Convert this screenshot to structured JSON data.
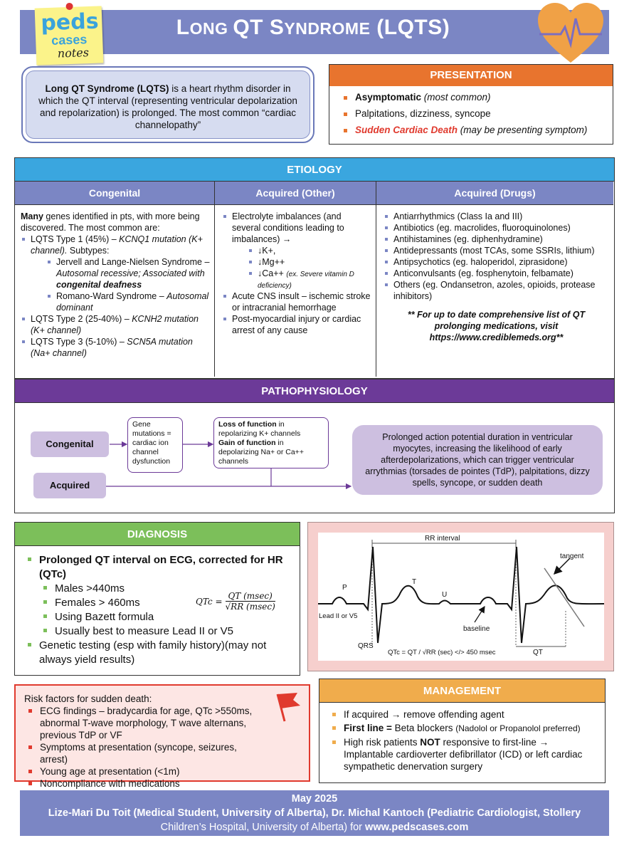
{
  "header": {
    "title_first": "L",
    "title_rest": "ONG ",
    "title_q": "QT",
    "title_s": "S",
    "title_syn": "YNDROME",
    "title_abbr": " (LQTS)",
    "logo": {
      "line1": "peds",
      "line2": "cases",
      "line3": "notes"
    }
  },
  "definition": {
    "bold": "Long QT Syndrome (LQTS)",
    "text": " is a heart rhythm disorder in which the QT interval (representing ventricular depolarization and repolarization) is prolonged. The most common “cardiac channelopathy”"
  },
  "presentation": {
    "heading": "PRESENTATION",
    "items": [
      {
        "bold": "Asymptomatic",
        "italic": " (most common)"
      },
      {
        "text": "Palpitations, dizziness, syncope"
      },
      {
        "bold_red": "Sudden Cardiac Death",
        "italic": " (may be presenting symptom)"
      }
    ]
  },
  "etiology": {
    "heading": "ETIOLOGY",
    "congenital": {
      "heading": "Congenital",
      "intro_bold": "Many",
      "intro": " genes identified in pts, with more being discovered. The most common are:",
      "t1": "LQTS Type 1 (45%) – ",
      "t1_i": "KCNQ1 mutation (K+ channel).",
      "t1_tail": " Subtypes:",
      "s1": "Jervell and Lange-Nielsen Syndrome – ",
      "s1_i": "Autosomal recessive; Associated with ",
      "s1_b": "congenital deafness",
      "s2": "Romano-Ward Syndrome – ",
      "s2_i": "Autosomal dominant",
      "t2": "LQTS Type 2 (25-40%) – ",
      "t2_i": "KCNH2 mutation (K+ channel)",
      "t3": "LQTS Type 3 (5-10%) – ",
      "t3_i": "SCN5A mutation (Na+ channel)"
    },
    "acquired_other": {
      "heading": "Acquired (Other)",
      "e1": "Electrolyte imbalances (and several conditions leading to imbalances) →",
      "k": "↓K+,",
      "mg": "↓Mg++",
      "ca": "↓Ca++ ",
      "ca_note": "(ex. Severe vitamin D deficiency)",
      "e2": "Acute CNS insult – ischemic stroke or intracranial hemorrhage",
      "e3": "Post-myocardial injury or cardiac arrest of any cause"
    },
    "acquired_drugs": {
      "heading": "Acquired (Drugs)",
      "items": [
        "Antiarrhythmics (Class Ia and III)",
        "Antibiotics (eg. macrolides, fluoroquinolones)",
        "Antihistamines (eg. diphenhydramine)",
        "Antidepressants (most TCAs, some SSRIs, lithium)",
        "Antipsychotics (eg. haloperidol, ziprasidone)",
        "Anticonvulsants (eg. fosphenytoin, felbamate)",
        "Others (eg. Ondansetron, azoles, opioids, protease inhibitors)"
      ],
      "note": "** For up to date comprehensive list of QT prolonging medications, visit ",
      "note_url": "https://www.crediblemeds.org**"
    }
  },
  "patho": {
    "heading": "PATHOPHYSIOLOGY",
    "congenital": "Congenital",
    "acquired": "Acquired",
    "gene": "Gene mutations = cardiac ion channel dysfunction",
    "lof_b": "Loss of function",
    "lof": " in repolarizing K+ channels",
    "gof_b": "Gain of function",
    "gof": " in depolarizing Na+ or Ca++ channels",
    "result": "Prolonged action potential duration in ventricular myocytes, increasing the likelihood of early afterdepolarizations, which can trigger ventricular arrythmias (torsades de pointes (TdP), palpitations, dizzy spells, syncope, or sudden death"
  },
  "diagnosis": {
    "heading": "DIAGNOSIS",
    "main": "Prolonged QT interval on ECG, corrected for HR (QTc)",
    "subs": [
      "Males >440ms",
      "Females > 460ms",
      "Using Bazett formula",
      "Usually best to measure Lead II or V5"
    ],
    "genetic": "Genetic testing (esp with family history)(may not always yield results)",
    "formula_lhs": "QTc =",
    "formula_num": "QT (msec)",
    "formula_den": "RR (msec)"
  },
  "ecg": {
    "rr": "RR interval",
    "tangent": "tangent",
    "p": "P",
    "t": "T",
    "u": "U",
    "lead": "Lead II or V5",
    "baseline": "baseline",
    "qrs": "QRS",
    "qtc": "QTc = QT / √RR (sec)  </> 450 msec",
    "qt": "QT"
  },
  "risk": {
    "title": "Risk factors for sudden death:",
    "items": [
      "ECG findings – bradycardia for age, QTc >550ms, abnormal T-wave morphology, T wave alternans, previous TdP or VF",
      "Symptoms at presentation (syncope, seizures, arrest)",
      "Young age at presentation (<1m)",
      "Noncompliance with medications"
    ]
  },
  "management": {
    "heading": "MANAGEMENT",
    "m1": "If acquired → remove offending agent",
    "m2_b": "First line =",
    "m2": " Beta blockers ",
    "m2_s": "(Nadolol or Propanolol preferred)",
    "m3": "High risk patients ",
    "m3_b": "NOT",
    "m3_tail": " responsive to first-line → Implantable cardioverter defibrillator (ICD) or left cardiac sympathetic denervation surgery"
  },
  "footer": {
    "date": "May 2025",
    "authors": "Lize-Mari Du Toit (Medical Student, University of Alberta), Dr. Michal Kantoch (Pediatric Cardiologist, Stollery",
    "line3": "Children’s Hospital, University of Alberta) for ",
    "url": "www.pedscases.com"
  }
}
